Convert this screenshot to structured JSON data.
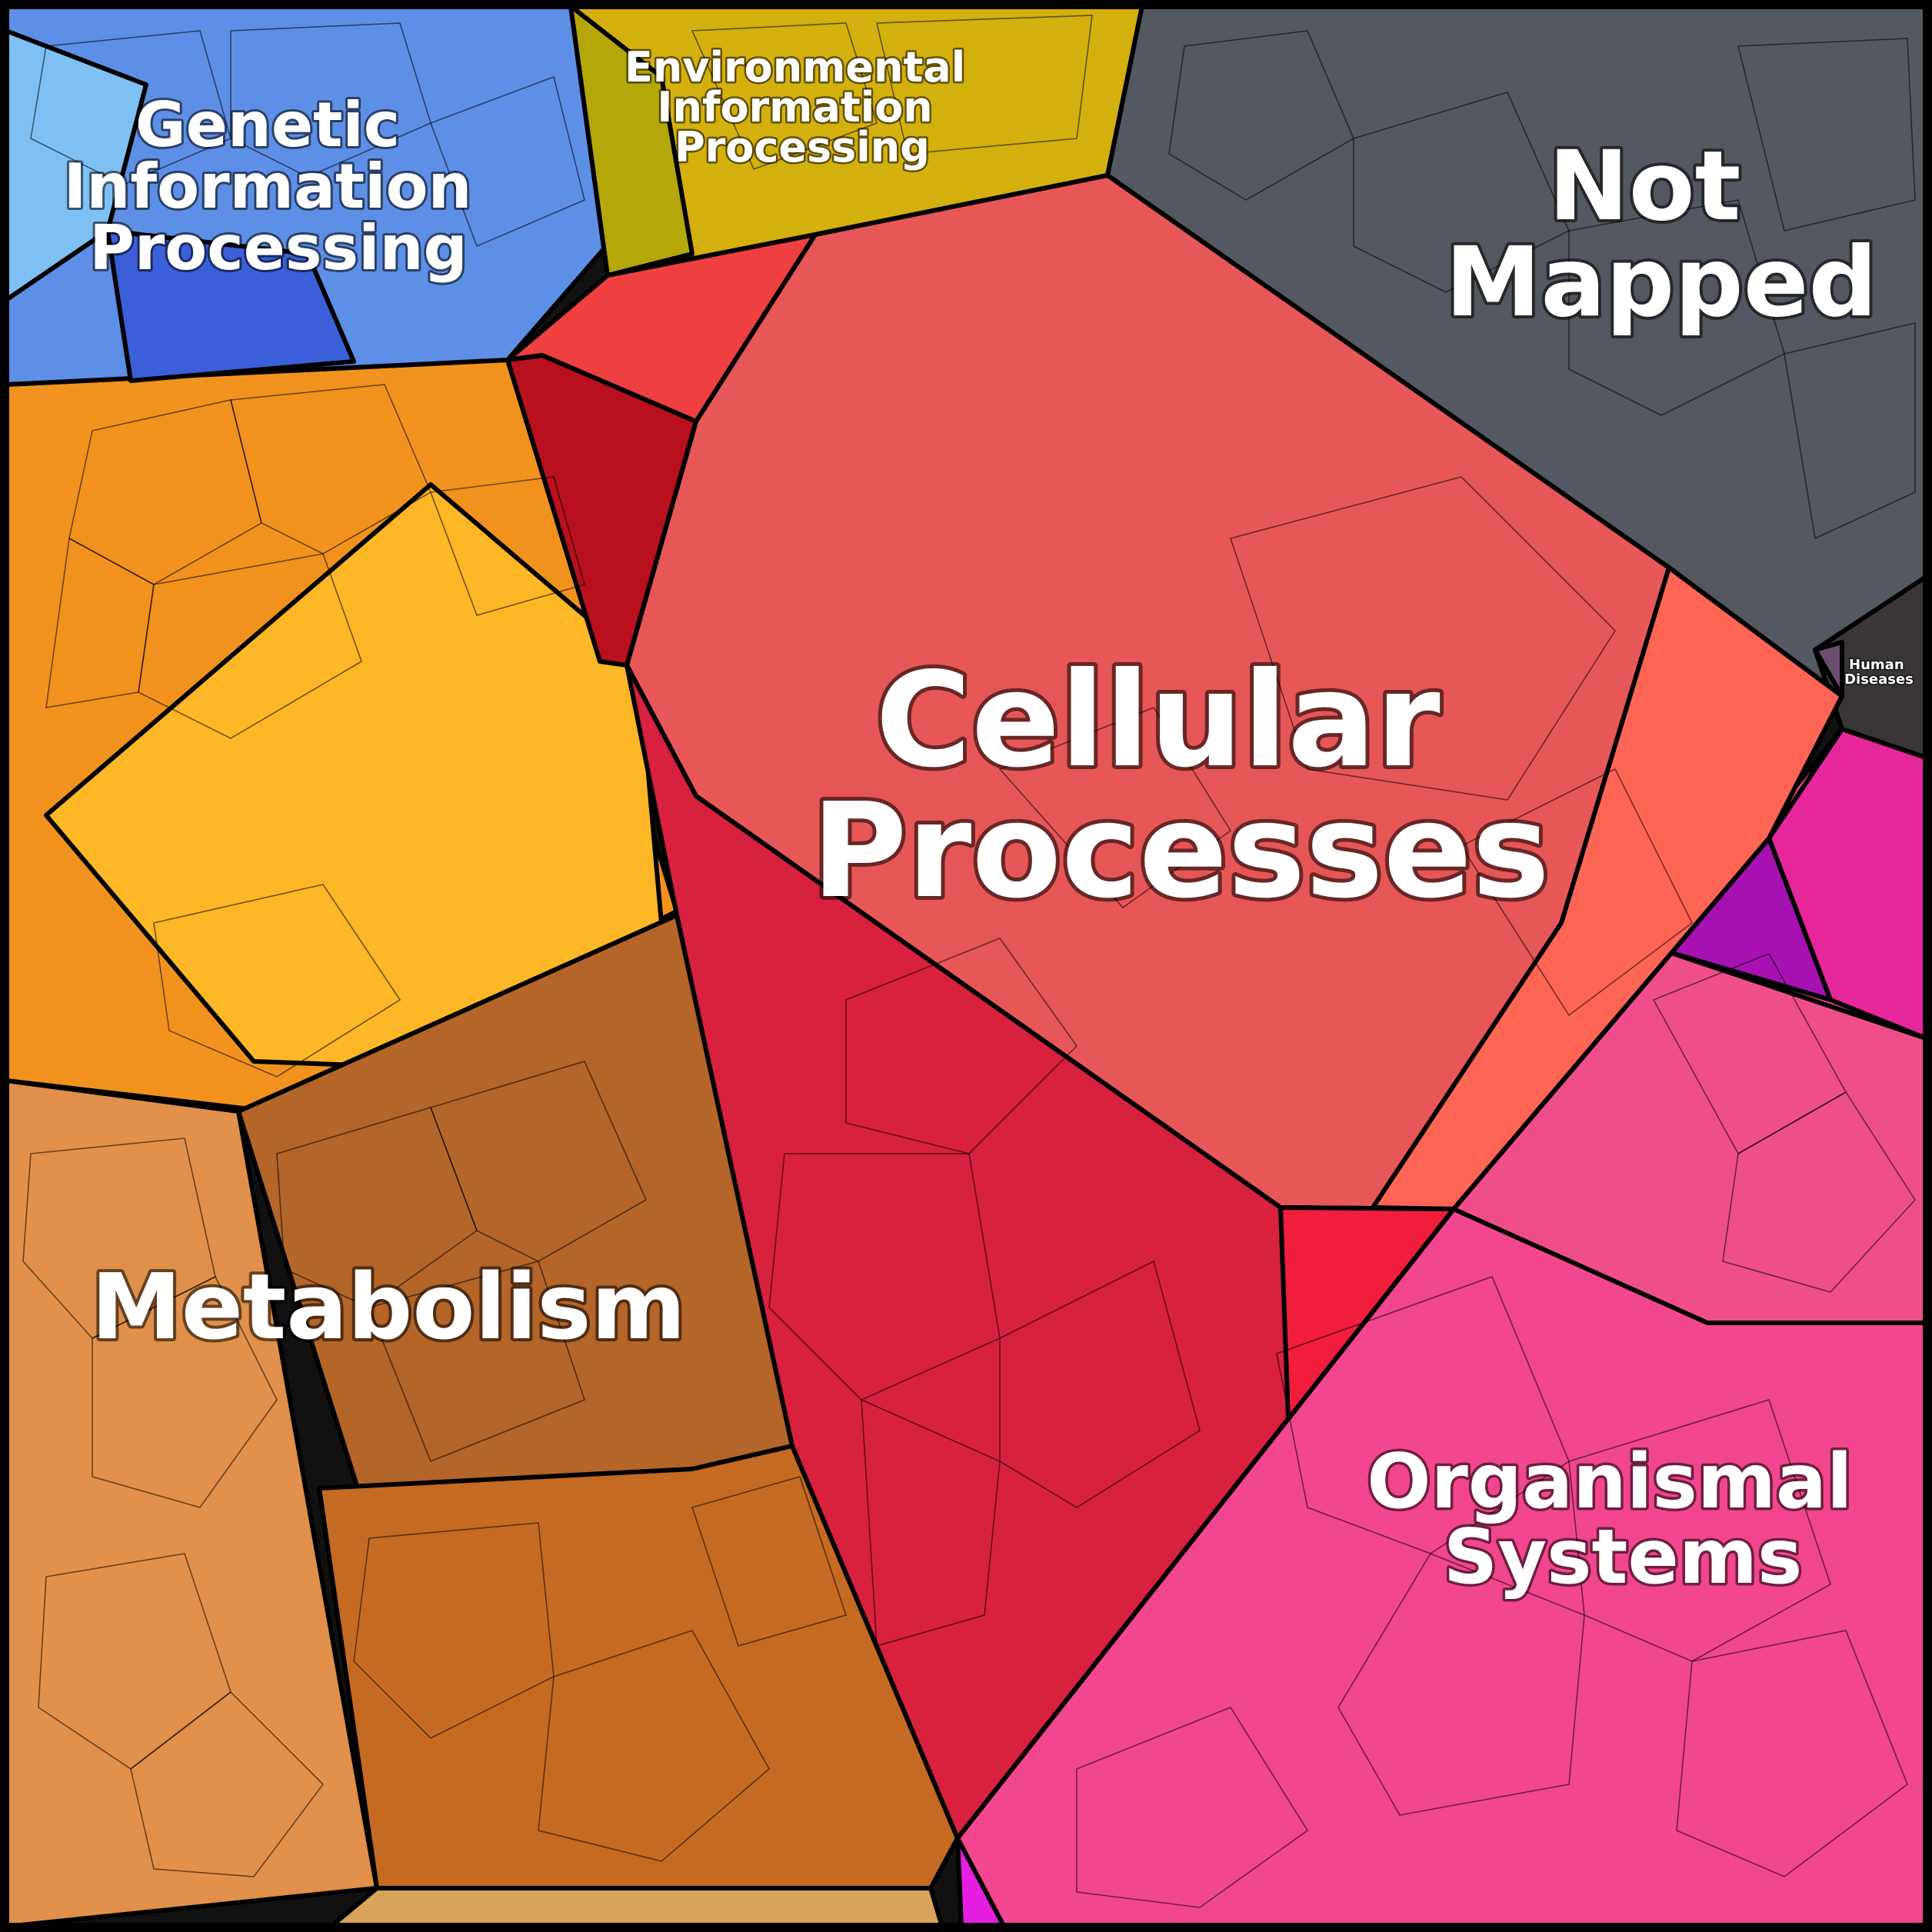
{
  "diagram": {
    "type": "voronoi-treemap",
    "categories": [
      {
        "id": "cellular",
        "label_lines": [
          "Cellular",
          "Processes"
        ],
        "color": "#E85757"
      },
      {
        "id": "not-mapped",
        "label_lines": [
          "Not",
          "Mapped"
        ],
        "color": "#545961"
      },
      {
        "id": "organismal",
        "label_lines": [
          "Organismal",
          "Systems"
        ],
        "color": "#F2468F"
      },
      {
        "id": "metabolism",
        "label_lines": [
          "Metabolism"
        ],
        "color": "#BD6A2A"
      },
      {
        "id": "genetic",
        "label_lines": [
          "Genetic",
          "Information",
          "Processing"
        ],
        "color": "#4F86E3"
      },
      {
        "id": "environmental",
        "label_lines": [
          "Environmental",
          "Information",
          "Processing"
        ],
        "color": "#D4B00E"
      },
      {
        "id": "human-diseases",
        "label_lines": [
          "Human",
          "Diseases"
        ],
        "color": "#3A3536"
      }
    ],
    "colors": {
      "cellular_dark": "#D8203F",
      "cellular_bright": "#FF6555",
      "cellular_deep": "#B8101D",
      "metabolism_light": "#E0904A",
      "metabolism_orange": "#F2921E",
      "metabolism_yellow": "#FDB727",
      "genetic_light": "#6AAEEE",
      "environmental_olive": "#B4A70A",
      "organismal_magenta": "#E5279B",
      "organismal_purple": "#A611B1",
      "border": "#000000"
    }
  }
}
